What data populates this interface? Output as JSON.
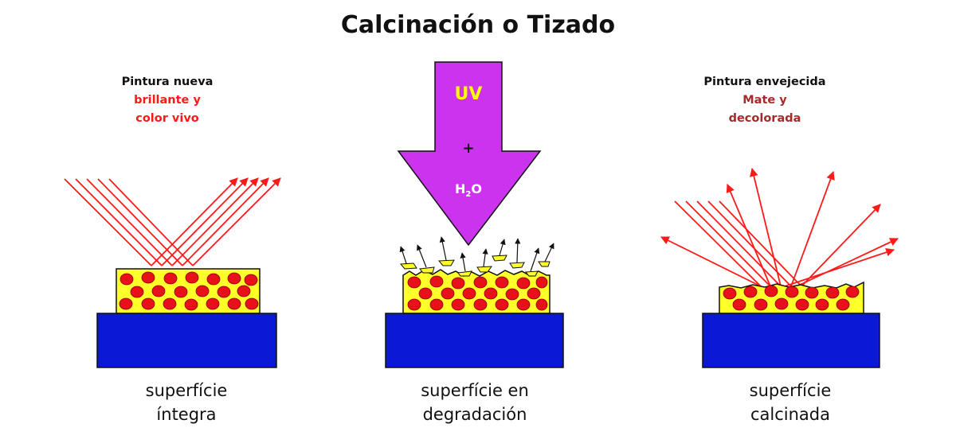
{
  "title": "Calcinación o Tizado",
  "colors": {
    "substrate": "#0b18d6",
    "coating": "#ffff2a",
    "pigment": "#e8101a",
    "ray": "#ff1a1a",
    "arrow_fill": "#cc33ee",
    "uv_label": "#ffff00",
    "new_paint_desc": "#ff1a1a",
    "aged_paint_desc": "#a52a2a"
  },
  "panels": {
    "left": {
      "heading": "Pintura nueva",
      "desc_line1": "brillante y",
      "desc_line2": "color vivo",
      "caption_line1": "superfície",
      "caption_line2": "íntegra"
    },
    "middle": {
      "uv": "UV",
      "plus": "+",
      "h2o_h": "H",
      "h2o_sub": "2",
      "h2o_o": "O",
      "caption_line1": "superfície en",
      "caption_line2": "degradación"
    },
    "right": {
      "heading": "Pintura envejecida",
      "desc_line1": "Mate y",
      "desc_line2": "decolorada",
      "caption_line1": "superfície",
      "caption_line2": "calcinada"
    }
  }
}
